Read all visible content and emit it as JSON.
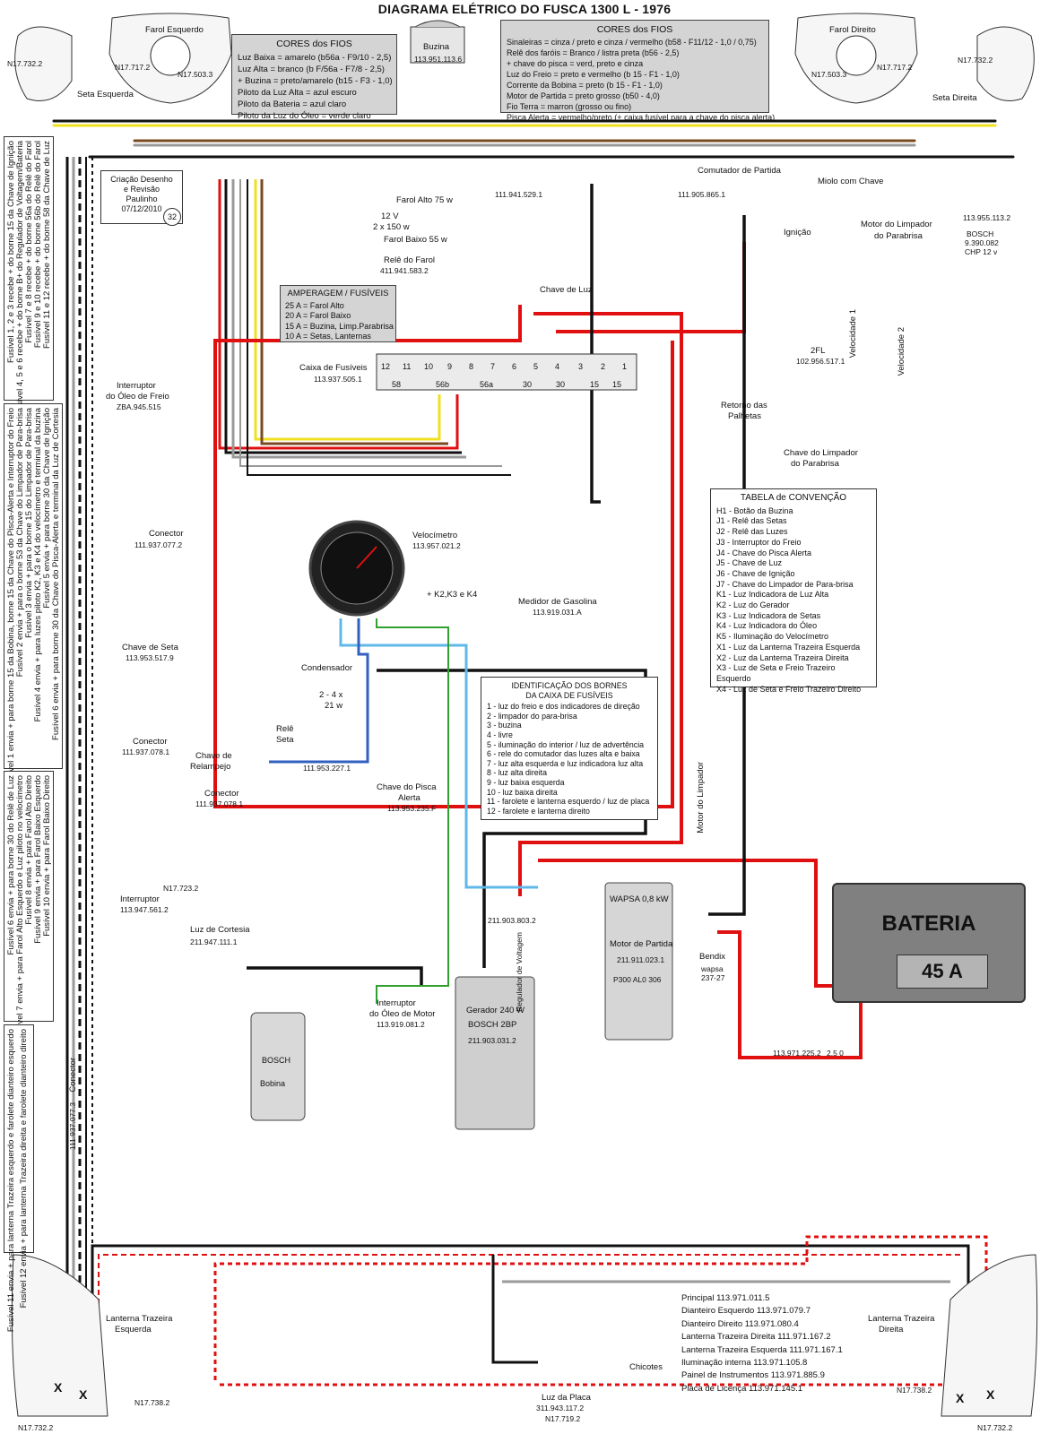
{
  "title": "DIAGRAMA ELÉTRICO DO FUSCA 1300 L - 1976",
  "credit": {
    "line1": "Criação   Desenho",
    "line2": "e Revisão",
    "line3": "Paulinho",
    "line4": "07/12/2010",
    "badge": "32"
  },
  "wire_colors_left": {
    "heading": "CORES dos FIOS",
    "lines": [
      "Luz Baixa = amarelo  (b56a - F9/10 - 2,5)",
      "Luz Alta = branco  (b F/56a - F7/8 - 2,5)",
      "+ Buzina = preto/amarelo  (b15 - F3 - 1,0)",
      "Piloto da Luz Alta = azul escuro",
      "Piloto da Bateria = azul claro",
      "Piloto da Luz do Óleo = verde claro"
    ]
  },
  "wire_colors_right": {
    "heading": "CORES dos FIOS",
    "lines": [
      "Sinaleiras = cinza / preto  e  cinza / vermelho   (b58 - F11/12 - 1,0 / 0,75)",
      "Relê dos faróis  = Branco / listra preta    (b56 - 2,5)",
      "+ chave do pisca = verd, preto e cinza",
      "Luz do Freio = preto e vermelho  (b 15 - F1 - 1,0)",
      "Corrente da Bobina = preto    (b 15 - F1 - 1,0)",
      "Motor de Partida = preto grosso    (b50 - 4,0)",
      "Fio Terra = marron (grosso ou fino)",
      "Pisca Alerta = vermelho/preto (+ caixa fusível para a chave do pisca alerta)"
    ]
  },
  "amperage": {
    "heading": "AMPERAGEM / FUSÍVEIS",
    "lines": [
      "25 A = Farol Alto",
      "20 A = Farol Baixo",
      "15 A = Buzina, Limp.Parabrisa",
      "10 A = Setas, Lanternas"
    ]
  },
  "convention_table": {
    "heading": "TABELA de CONVENÇÃO",
    "items": [
      "H1 - Botão da Buzina",
      "J1 - Relê das Setas",
      "J2 - Relê das Luzes",
      "J3 - Interruptor do Freio",
      "J4 - Chave do Pisca Alerta",
      "J5 - Chave de Luz",
      "J6 - Chave de Ignição",
      "J7 - Chave do Limpador de Para-brisa",
      "K1 - Luz Indicadora  de Luz Alta",
      "K2 - Luz do Gerador",
      "K3 - Luz Indicadora de Setas",
      "K4 - Luz Indicadora do Óleo",
      "K5 - Iluminação do Velocímetro",
      "X1 - Luz da Lanterna Trazeira Esquerda",
      "X2 - Luz da Lanterna Trazeira Direita",
      "X3 - Luz de Seta e Freio Trazeiro Esquerdo",
      "X4 - Luz de Seta e Freio Trazeiro Direito"
    ]
  },
  "fuse_id_table": {
    "heading1": "IDENTIFICAÇÃO DOS BORNES",
    "heading2": "DA CAIXA DE FUSÍVEIS",
    "items": [
      "1 - luz do freio e dos indicadores de direção",
      "2 - limpador do para-brisa",
      "3 - buzina",
      "4 - livre",
      "5 - iluminação do interior / luz de advertência",
      "6 - rele do comutador das luzes alta e baixa",
      "7 - luz alta esquerda e luz indicadora luz alta",
      "8 - luz alta direita",
      "9 - luz baixa esquerda",
      "10 - luz baixa direita",
      "11 - farolete e lanterna esquerdo / luz de placa",
      "12 - farolete e lanterna direito"
    ]
  },
  "fuse_notes_left": {
    "group1": [
      "Fusível 1, 2 e 3 recebe + do borne 15 da Chave de Ignição",
      "Fusível 4, 5 e 6 recebe + do borne B+ do Regulador de Voltagem/Bateria",
      "Fusível 7 e 8 recebe + do borne 56a do Relê do Farol",
      "Fusível 9 e 10 recebe + do borne 56b do Relê do Farol",
      "Fusível 11 e 12 recebe + do borne 58 da Chave de Luz"
    ],
    "group2": [
      "Fusível 1 envia + para borne 15 da Bobina, borne 15 da Chave do Pisca-Alerta e Interruptor do Freio",
      "Fusível 2 envia + para o borne 53 da Chave do Limpador de Para-brisa",
      "Fusível 3 envia + para o borne 15 do Limpador de Para-brisa",
      "Fusível 4 envia + para luzes piloto K2, K3 e K4 do velocímetro e terminal da buzina",
      "Fusível 5 envia + para borne 30 da Chave de Ignição",
      "Fusível 6 envia + para borne 30 da Chave do Pisca-Alerta e terminal da Luz de Cortesia"
    ],
    "group3": [
      "Fusível 6 envia + para borne 30 do Relê de Luz",
      "Fusível 7 envia + para Farol Alto Esquerdo e Luz piloto no velocímetro",
      "Fusível 8 envia + para Farol Alto Direito",
      "Fusível 9 envia + para Farol Baixo Esquerdo",
      "Fusível 10 envia + para Farol Baixo Direito"
    ],
    "group4": [
      "Fusível 11 envia + para lanterna Trazeira esquerdo e farolete dianteiro esquerdo",
      "Fusível 12 envia + para lanterna Trazeira direita e farolete dianteiro direito"
    ]
  },
  "labels": {
    "farol_esq": "Farol Esquerdo",
    "farol_dir": "Farol Direito",
    "n17732_l": "N17.732.2",
    "n17732_r": "N17.732.2",
    "n17717_l": "N17.717.2",
    "n17717_r": "N17.717.2",
    "n175033_l": "N17.503.3",
    "n175033_r": "N17.503.3",
    "seta_esq": "Seta Esquerda",
    "seta_dir": "Seta Direita",
    "buzina": "Buzina",
    "buzina_num": "113.951.113.6",
    "farol_alto": "Farol Alto  75 w",
    "farol_baixo": "Farol Baixo  55 w",
    "bulb_spec1": "12 V",
    "bulb_spec2": "2 x 150 w",
    "rele_farol": "Relê do Farol",
    "rele_farol_num": "411.941.583.2",
    "j5_num": "111.941.529.1",
    "chave_luz": "Chave de Luz",
    "comutador": "Comutador de Partida",
    "comutador_num": "111.905.865.1",
    "miolo": "Miolo com Chave",
    "ignicao": "Ignição",
    "motor_limpador": "Motor do Limpador",
    "do_parabrisa": "do Parabrisa",
    "bosch_num": "113.955.113.2",
    "bosch_brand": "BOSCH",
    "bosch_part": "9.390.082",
    "bosch_spec": "CHP 12 v",
    "interruptor_oleo_freio": "Interruptor",
    "do_oleo_freio": "do Óleo de Freio",
    "zba": "ZBA.945.515",
    "caixa_fusiveis": "Caixa de Fusíveis",
    "caixa_num": "113.937.505.1",
    "retorno_palhetas_1": "Retorno das",
    "retorno_palhetas_2": "Palhetas",
    "chave_limpador_1": "Chave do Limpador",
    "chave_limpador_2": "do Parabrisa",
    "velocidade1": "Velocidade 1",
    "velocidade2": "Velocidade 2",
    "relay_2fl": "2FL",
    "relay_2fl_num": "102.956.517.1",
    "conector_top": "Conector",
    "conector_top_num": "111.937.077.2",
    "velocimetro": "Velocímetro",
    "velocimetro_num": "113.957.021.2",
    "medidor_gas": "Medidor de Gasolina",
    "medidor_gas_num": "113.919.031.A",
    "k2k3k4": "+ K2,K3 e K4",
    "chave_seta": "Chave de Seta",
    "chave_seta_num": "113.953.517.9",
    "chave_relampejo_1": "Chave de",
    "chave_relampejo_2": "Relampejo",
    "condensador": "Condensador",
    "rele_seta_1": "Relê",
    "rele_seta_2": "Seta",
    "rele_spec_1": "2 - 4  x",
    "rele_spec_2": "21 w",
    "rele_num": "111.953.227.1",
    "chave_pisca_1": "Chave do Pisca",
    "chave_pisca_2": "Alerta",
    "chave_pisca_num": "113.953.235.F",
    "conector_mid": "Conector",
    "conector_mid_num": "111.937.078.1",
    "conector_mid2": "Conector",
    "conector_mid2_num": "111.937.078.1",
    "interruptor_cortesia": "Interruptor",
    "interruptor_cortesia_num": "113.947.561.2",
    "luz_cortesia": "Luz de Cortesia",
    "luz_cortesia_num": "211.947.111.1",
    "n17723": "N17.723.2",
    "motor_limpador_vertical": "Motor do Limpador",
    "regulador_num": "211.903.803.2",
    "regulador_label": "Regulador de Voltagem",
    "wapsa": "WAPSA  0,8 kW",
    "motor_partida": "Motor de Partida",
    "motor_partida_num": "211.911.023.1",
    "p300": "P300  AL0 306",
    "bendix": "Bendix",
    "wapsa2": "wapsa",
    "wapsa2_num": "237-27",
    "bateria": "BATERIA",
    "bateria_amp": "45 A",
    "bat_cable_num": "113.971.225.2",
    "bat_cable_gauge": "2,5 0",
    "bobina_brand": "BOSCH",
    "bobina": "Bobina",
    "interruptor_oleo_motor_1": "Interruptor",
    "interruptor_oleo_motor_2": "do Óleo de Motor",
    "interruptor_oleo_motor_num": "113.919.081.2",
    "gerador": "Gerador  240 W",
    "gerador_brand": "BOSCH  2BP",
    "gerador_num": "211.903.031.2",
    "conector_bottom": "Conector",
    "conector_bottom_num": "111.937.077.3",
    "lanterna_esq_1": "Lanterna Trazeira",
    "lanterna_esq_2": "Esquerda",
    "lanterna_dir_1": "Lanterna Trazeira",
    "lanterna_dir_2": "Direita",
    "n17738_l": "N17.738.2",
    "n17738_r": "N17.738.2",
    "n17732_bl": "N17.732.2",
    "n17732_br": "N17.732.2",
    "luz_placa": "Luz da Placa",
    "luz_placa_num": "311.943.117.2",
    "luz_placa_n": "N17.719.2",
    "chicotes": "Chicotes",
    "x1": "X",
    "x2": "X",
    "x3": "X",
    "x4": "X"
  },
  "chicotes_list": [
    "Principal      113.971.011.5",
    "Dianteiro Esquerdo    113.971.079.7",
    "Dianteiro Direito    113.971.080.4",
    "Lanterna Trazeira Direita     111.971.167.2",
    "Lanterna Trazeira Esquerda     111.971.167.1",
    "Iluminação  interna     113.971.105.8",
    "Painel de Instrumentos     113.971.885.9",
    "Placa de Licença     113.971.145.1"
  ],
  "fuse_box": {
    "top_labels": [
      "12",
      "11",
      "10",
      "9",
      "8",
      "7",
      "6",
      "5",
      "4",
      "3",
      "2",
      "1"
    ],
    "bottom_terms": [
      "58",
      "56b",
      "56a",
      "30",
      "30",
      "15",
      "15"
    ]
  },
  "colors": {
    "red": "#e01010",
    "black": "#111111",
    "yellow": "#f0e020",
    "gray": "#9a9a9a",
    "brown": "#7a4a20",
    "blue": "#3060c0",
    "lightblue": "#60b8e8",
    "green": "#30a030"
  }
}
